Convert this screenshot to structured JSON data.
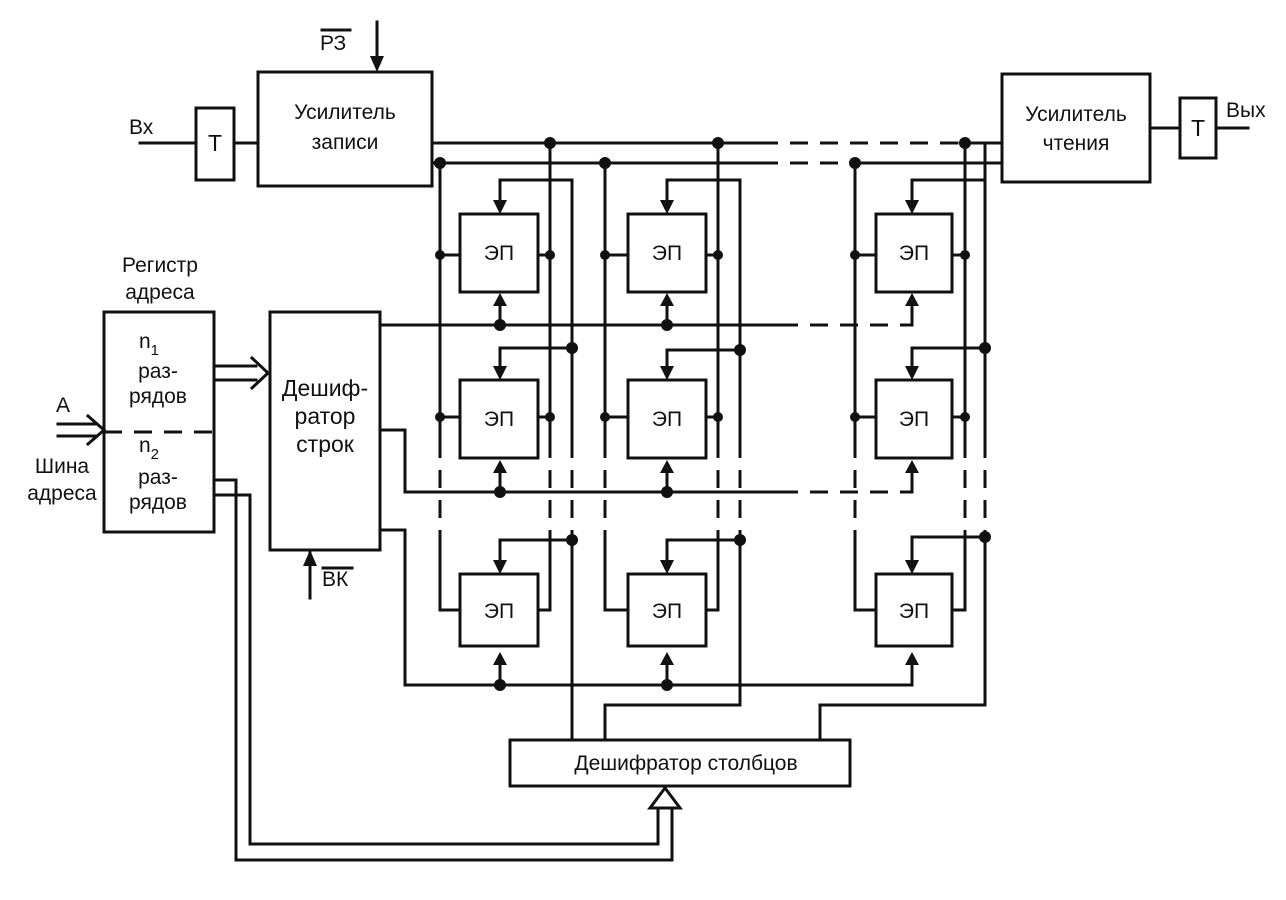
{
  "blocks": {
    "trigger_in": "Т",
    "trigger_out": "Т",
    "write_amp": [
      "Усилитель",
      "записи"
    ],
    "read_amp": [
      "Усилитель",
      "чтения"
    ],
    "address_register_caption": [
      "Регистр",
      "адреса"
    ],
    "register_top": {
      "n": "n",
      "sub": "1",
      "lines": [
        "раз-",
        "рядов"
      ]
    },
    "register_bottom": {
      "n": "n",
      "sub": "2",
      "lines": [
        "раз-",
        "рядов"
      ]
    },
    "row_decoder": [
      "Дешиф-",
      "ратор",
      "строк"
    ],
    "column_decoder": "Дешифратор столбцов",
    "cell_label": "ЭП"
  },
  "signals": {
    "input": "Вх",
    "output": "Вых",
    "write_enable": "РЗ",
    "chip_select": "ВК",
    "address": "А",
    "address_bus": [
      "Шина",
      "адреса"
    ]
  },
  "cells": [
    {
      "row": 1,
      "col": 1
    },
    {
      "row": 1,
      "col": 2
    },
    {
      "row": 1,
      "col": 3
    },
    {
      "row": 2,
      "col": 1
    },
    {
      "row": 2,
      "col": 2
    },
    {
      "row": 2,
      "col": 3
    },
    {
      "row": 3,
      "col": 1
    },
    {
      "row": 3,
      "col": 2
    },
    {
      "row": 3,
      "col": 3
    }
  ]
}
